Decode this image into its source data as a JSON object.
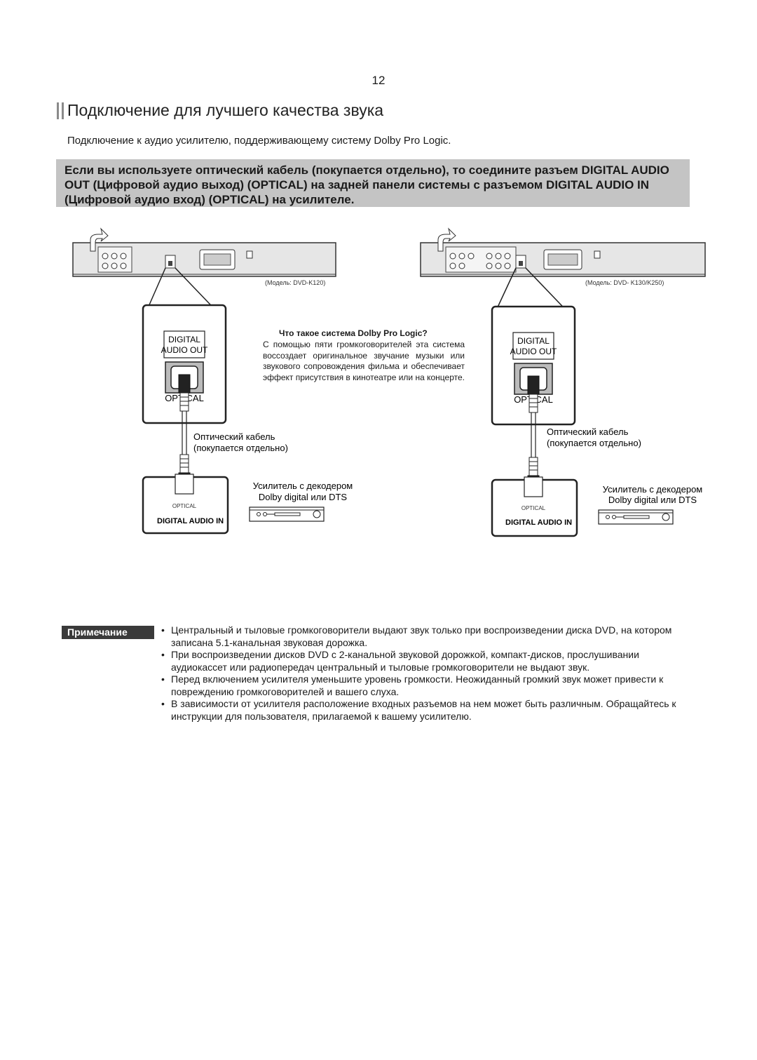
{
  "page_number": "12",
  "title": "Подключение для лучшего качества звука",
  "subtitle": "Подключение к аудио усилителю, поддерживающему систему Dolby Pro Logic.",
  "highlight": "Если вы используете оптический кабель (покупается отдельно), то соедините разъем DIGITAL AUDIO OUT (Цифровой аудио выход) (OPTICAL) на задней панели системы с разъемом DIGITAL AUDIO IN (Цифровой аудио вход) (OPTICAL) на усилителе.",
  "diagrams": {
    "left": {
      "model_caption": "(Модель: DVD-K120)",
      "port_label_line1": "DIGITAL",
      "port_label_line2": "AUDIO OUT",
      "port_optical": "OPTICAL",
      "cable_label_line1": "Оптический кабель",
      "cable_label_line2": "(покупается отдельно)",
      "amp_optical": "OPTICAL",
      "amp_input": "DIGITAL AUDIO IN",
      "amp_label_line1": "Усилитель с декодером",
      "amp_label_line2": "Dolby digital или DTS"
    },
    "right": {
      "model_caption": "(Модель: DVD- K130/K250)",
      "port_label_line1": "DIGITAL",
      "port_label_line2": "AUDIO OUT",
      "port_optical": "OPTICAL",
      "cable_label_line1": "Оптический кабель",
      "cable_label_line2": "(покупается отдельно)",
      "amp_optical": "OPTICAL",
      "amp_input": "DIGITAL AUDIO IN",
      "amp_label_line1": "Усилитель с декодером",
      "amp_label_line2": "Dolby digital или DTS"
    }
  },
  "info": {
    "title": "Что такое система Dolby Pro Logic?",
    "body": "С помощью пяти громкоговорителей эта система воссоздает оригинальное звучание музыки или звукового сопровождения фильма и обеспечивает эффект присутствия в кинотеатре или на концерте."
  },
  "note": {
    "label": "Примечание",
    "items": [
      "Центральный и тыловые громкоговорители выдают звук только при воспроизведении диска DVD, на котором записана 5.1-канальная звуковая дорожка.",
      "При воспроизведении дисков DVD с 2-канальной звуковой дорожкой, компакт-дисков, прослушивании аудиокассет или радиопередач центральный и тыловые громкоговорители не выдают звук.",
      "Перед включением усилителя уменьшите уровень громкости. Неожиданный громкий звук может привести к повреждению громкоговорителей и вашего слуха.",
      "В зависимости от усилителя расположение входных разъемов на нем может быть различным. Обращайтесь к инструкции для пользователя, прилагаемой к вашему усилителю."
    ],
    "bullet": "•"
  }
}
